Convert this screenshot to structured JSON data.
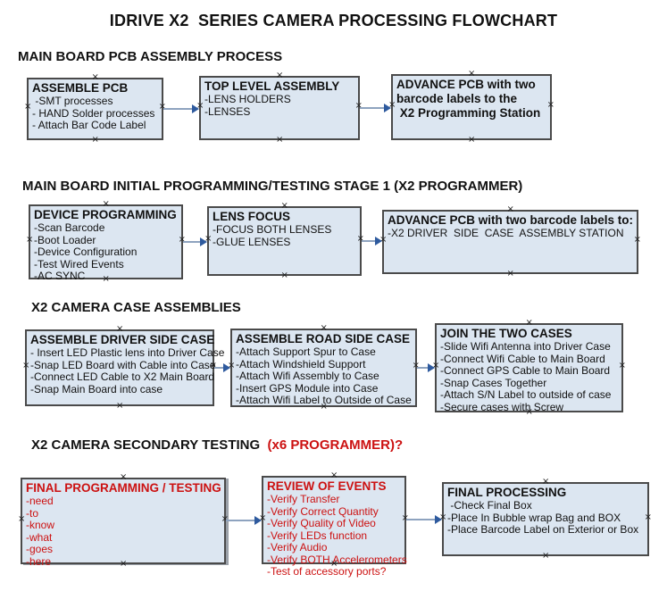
{
  "page": {
    "title": "IDRIVE X2  SERIES CAMERA PROCESSING FLOWCHART"
  },
  "colors": {
    "box_fill": "#dce6f1",
    "box_border": "#4a4a4a",
    "red_text": "#cc1111",
    "arrow_line": "#8ea3bf",
    "arrow_head": "#2e5a9e",
    "background": "#ffffff"
  },
  "icons": {
    "anchor": "connection-x",
    "arrow": "right-arrow"
  },
  "sections": [
    {
      "heading": "MAIN BOARD PCB ASSEMBLY PROCESS"
    },
    {
      "heading": "MAIN BOARD INITIAL PROGRAMMING/TESTING STAGE 1 (X2 PROGRAMMER)"
    },
    {
      "heading": "X2 CAMERA CASE ASSEMBLIES"
    },
    {
      "heading": "X2 CAMERA SECONDARY TESTING ",
      "heading_red": " (x6 PROGRAMMER)?"
    }
  ],
  "boxes": [
    {
      "title": "ASSEMBLE PCB",
      "items": [
        " -SMT processes",
        "- HAND Solder processes",
        "- Attach Bar Code Label"
      ]
    },
    {
      "title": "TOP LEVEL ASSEMBLY",
      "items": [
        "-LENS HOLDERS",
        "-LENSES"
      ]
    },
    {
      "title": "ADVANCE PCB with two",
      "items": [
        "barcode labels to the",
        " X2 Programming Station"
      ]
    },
    {
      "title": "DEVICE PROGRAMMING",
      "items": [
        "-Scan Barcode",
        "-Boot Loader",
        "-Device Configuration",
        "-Test Wired Events",
        "-AC SYNC"
      ]
    },
    {
      "title": "LENS FOCUS",
      "items": [
        "-FOCUS BOTH LENSES",
        "-GLUE LENSES"
      ]
    },
    {
      "title": "ADVANCE PCB with two barcode labels to:",
      "items": [
        "-X2 DRIVER  SIDE  CASE  ASSEMBLY STATION"
      ]
    },
    {
      "title": "ASSEMBLE DRIVER SIDE CASE",
      "items": [
        "- Insert LED Plastic lens into Driver Case",
        "-Snap LED Board with Cable into Case",
        "-Connect LED Cable to X2 Main Board",
        "-Snap Main Board into case"
      ]
    },
    {
      "title": "ASSEMBLE ROAD SIDE CASE",
      "items": [
        "-Attach Support Spur to Case",
        "-Attach Windshield Support",
        "-Attach Wifi Assembly to Case",
        "-Insert GPS Module into Case",
        "-Attach Wifi Label to Outside of Case"
      ]
    },
    {
      "title": "JOIN THE TWO CASES",
      "items": [
        "-Slide Wifi Antenna into Driver Case",
        "-Connect Wifi Cable to Main Board",
        "-Connect GPS Cable to Main Board",
        "-Snap Cases Together",
        "-Attach S/N Label to outside of case",
        "-Secure cases with Screw"
      ]
    },
    {
      "title": "FINAL PROGRAMMING / TESTING",
      "items": [
        "-need",
        "-to",
        "-know",
        "-what",
        "-goes",
        "-here"
      ]
    },
    {
      "title": "REVIEW OF EVENTS",
      "items": [
        "-Verify Transfer",
        "-Verify Correct Quantity",
        "-Verify Quality of Video",
        "-Verify LEDs function",
        "-Verify Audio",
        "-Verify BOTH Accelerometers",
        "-Test of accessory ports?"
      ]
    },
    {
      "title": "FINAL PROCESSING",
      "items": [
        " -Check Final Box",
        "-Place In Bubble wrap Bag and BOX",
        "-Place Barcode Label on Exterior or Box"
      ]
    }
  ]
}
